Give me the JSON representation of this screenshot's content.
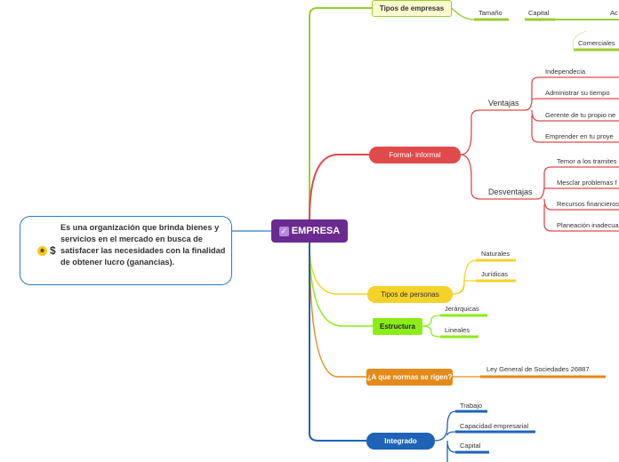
{
  "central": {
    "label": "EMPRESA",
    "check_icon": "check-icon"
  },
  "callout": {
    "text": "Es una organización que brinda bienes y servicios en el mercado en busca de satisfacer las necesidades con la finalidad de obtener lucro (ganancias).",
    "icons": [
      "smiley-icon",
      "dollar-icon"
    ],
    "dollar": "$"
  },
  "branches": {
    "tipos": {
      "label": "Tipos de empresas",
      "color": "#9acd32",
      "children": {
        "tamano": "Tamaño",
        "capital": "Capital",
        "ac": "Ac",
        "comerciales": "Comerciales"
      }
    },
    "formal": {
      "label": "Formal- informal",
      "color": "#e04a4a",
      "ventajas": {
        "label": "Ventajas",
        "items": [
          "Independecia",
          "Administrar su tiempo",
          "Gerente de tu propio ne",
          "Emprender en tu proye"
        ]
      },
      "desventajas": {
        "label": "Desventajas",
        "items": [
          "Temor a los tramites",
          "Mesclar problemas f",
          "Recursos financieros",
          "Planeación inadecua"
        ]
      }
    },
    "personas": {
      "label": "Tipos de personas",
      "color": "#f5d22a",
      "items": [
        "Naturales",
        "Jurídicas"
      ]
    },
    "estructura": {
      "label": "Estructura",
      "color": "#8cec1a",
      "items": [
        "Jerárquicas",
        "Lineales"
      ]
    },
    "normas": {
      "label": "¿A que normas se rigen?",
      "color": "#e48a1a",
      "items": [
        "Ley General de Sociedades 26887"
      ]
    },
    "integrado": {
      "label": "Integrado",
      "color": "#1e63b8",
      "items": [
        "Trabajo",
        "Capacidad empresarial",
        "Capital"
      ]
    }
  }
}
